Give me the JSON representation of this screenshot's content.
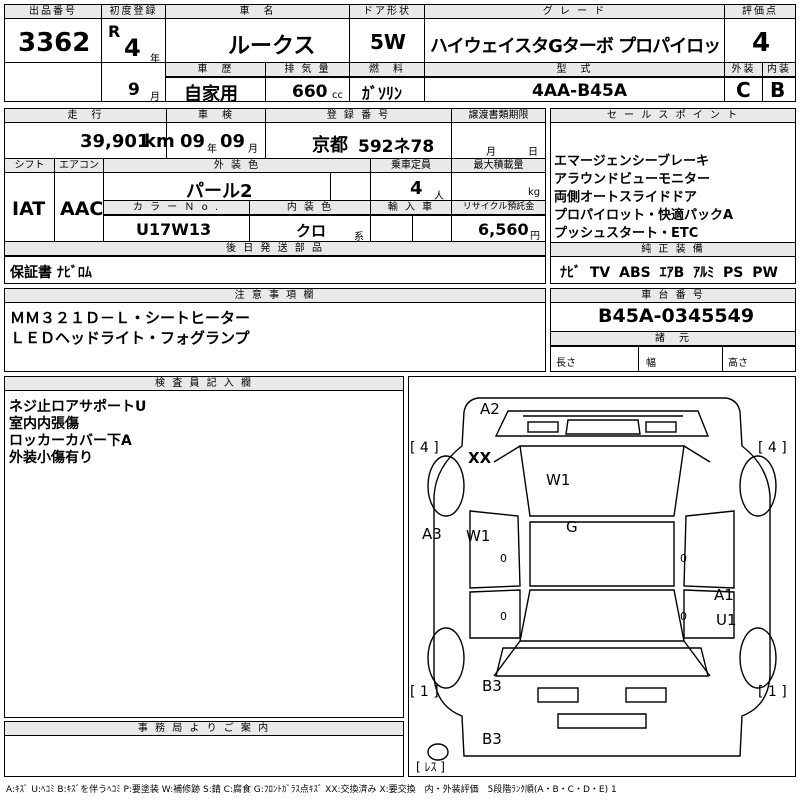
{
  "top": {
    "lot_no_label": "出品番号",
    "lot_no": "3362",
    "first_reg_label": "初度登録",
    "era": "R",
    "year": "4",
    "year_unit": "年",
    "month": "9",
    "month_unit": "月",
    "car_name_label": "車　名",
    "car_name": "ルークス",
    "door_label": "ドア形状",
    "door": "5W",
    "grade_label": "グ レ ー ド",
    "grade": "ハイウェイスタGターボ プロパイロッ",
    "score_label": "評価点",
    "score": "4",
    "history_label": "車　歴",
    "history": "自家用",
    "displacement_label": "排 気 量",
    "displacement": "660",
    "cc": "cc",
    "fuel_label": "燃　料",
    "fuel": "ｶﾞｿﾘﾝ",
    "model_label": "型　式",
    "model": "4AA-B45A",
    "ext_label": "外装",
    "ext": "C",
    "int_label": "内装",
    "int": "B"
  },
  "row2": {
    "mileage_label": "走　行",
    "mileage": "39,901",
    "km": "km",
    "inspection_label": "車　検",
    "insp_year": "09",
    "insp_year_unit": "年",
    "insp_month": "09",
    "insp_month_unit": "月",
    "reg_label": "登 録 番 号",
    "reg_place": "京都",
    "reg_number": "592ネ78",
    "transfer_label": "譲渡書類期限",
    "transfer_month": "月",
    "transfer_day": "日",
    "shift_label": "シフト",
    "shift": "IAT",
    "ac_label": "エアコン",
    "ac": "AAC",
    "color_label": "外 装 色",
    "color": "パール2",
    "capacity_label": "乗車定員",
    "capacity": "4",
    "capacity_unit": "人",
    "load_label": "最大積載量",
    "load_unit": "kg",
    "color_no_label": "カ ラ ー Ｎ o .",
    "color_no": "U17W13",
    "interior_color_label": "内 装 色",
    "interior_color": "クロ",
    "interior_unit": "系",
    "import_label": "輸 入 車",
    "recycle_label": "リサイクル預託金",
    "recycle": "6,560",
    "yen": "円",
    "later_items_label": "後 日 発 送 部 品",
    "later_items": "保証書 ﾅﾋﾞﾛﾑ"
  },
  "sales": {
    "label": "セ ー ル ス ポ イ ン ト",
    "lines": [
      "エマージェンシーブレーキ",
      "アラウンドビューモニター",
      "両側オートスライドドア",
      "プロパイロット・快適パックA",
      "プッシュスタート・ETC"
    ],
    "equip_label": "純 正 装 備",
    "equip": [
      "ﾅﾋﾞ",
      "TV",
      "ABS",
      "ｴｱB",
      "ｱﾙﾐ",
      "PS",
      "PW"
    ]
  },
  "notes": {
    "label": "注 意 事 項 欄",
    "lines": [
      "ＭＭ３２１Ｄ－Ｌ・シートヒーター",
      "ＬＥＤヘッドライト・フォグランプ"
    ]
  },
  "chassis": {
    "label": "車 台 番 号",
    "number": "B45A-0345549",
    "spec_label": "諸　元",
    "length": "長さ",
    "width": "幅",
    "height": "高さ"
  },
  "inspector": {
    "label": "検 査 員 記 入 欄",
    "lines": [
      "ネジ止ロアサポートU",
      "室内内張傷",
      "ロッカーカバー下A",
      "外装小傷有り"
    ]
  },
  "office": {
    "label": "事 務 局 よ り ご 案 内"
  },
  "diagram": {
    "a2": "A2",
    "xx": "XX",
    "w1_top": "W1",
    "g": "G",
    "a3": "A3",
    "w1_left": "W1",
    "a1": "A1",
    "u1": "U1",
    "b3_rear": "B3",
    "b3_bottom": "B3",
    "left_front_tire": "[ 4 ]",
    "right_front_tire": "[ 4 ]",
    "left_rear_tire": "[ 1 ]",
    "right_rear_tire": "[ 1 ]",
    "spare": "[ ﾚｽ ]",
    "zero": "0"
  },
  "footer": "A:ｷｽﾞ U:ﾍｺﾐ B:ｷｽﾞを伴うﾍｺﾐ P:要塗装 W:補修跡 S:錆 C:腐食 G:ﾌﾛﾝﾄｶﾞﾗｽ点ｷｽﾞ XX:交換済み X:要交換　内・外装評価　5段階ﾗﾝｸ順(A・B・C・D・E) 1"
}
